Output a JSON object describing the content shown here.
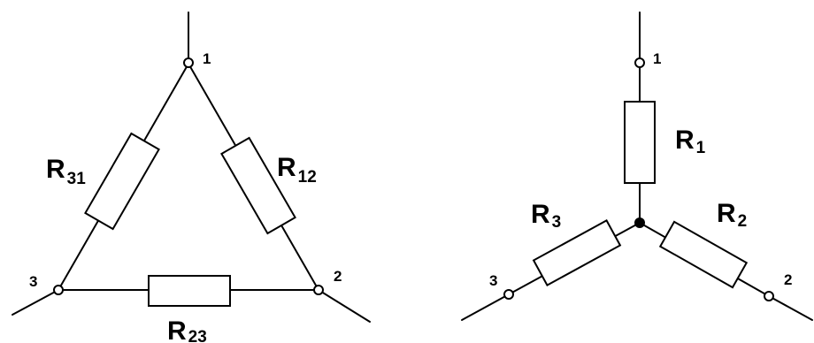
{
  "delta": {
    "resistors": [
      {
        "main": "R",
        "sub": "31"
      },
      {
        "main": "R",
        "sub": "12"
      },
      {
        "main": "R",
        "sub": "23"
      }
    ],
    "nodes": [
      "1",
      "2",
      "3"
    ]
  },
  "star": {
    "resistors": [
      {
        "main": "R",
        "sub": "1"
      },
      {
        "main": "R",
        "sub": "2"
      },
      {
        "main": "R",
        "sub": "3"
      }
    ],
    "nodes": [
      "1",
      "2",
      "3"
    ]
  }
}
